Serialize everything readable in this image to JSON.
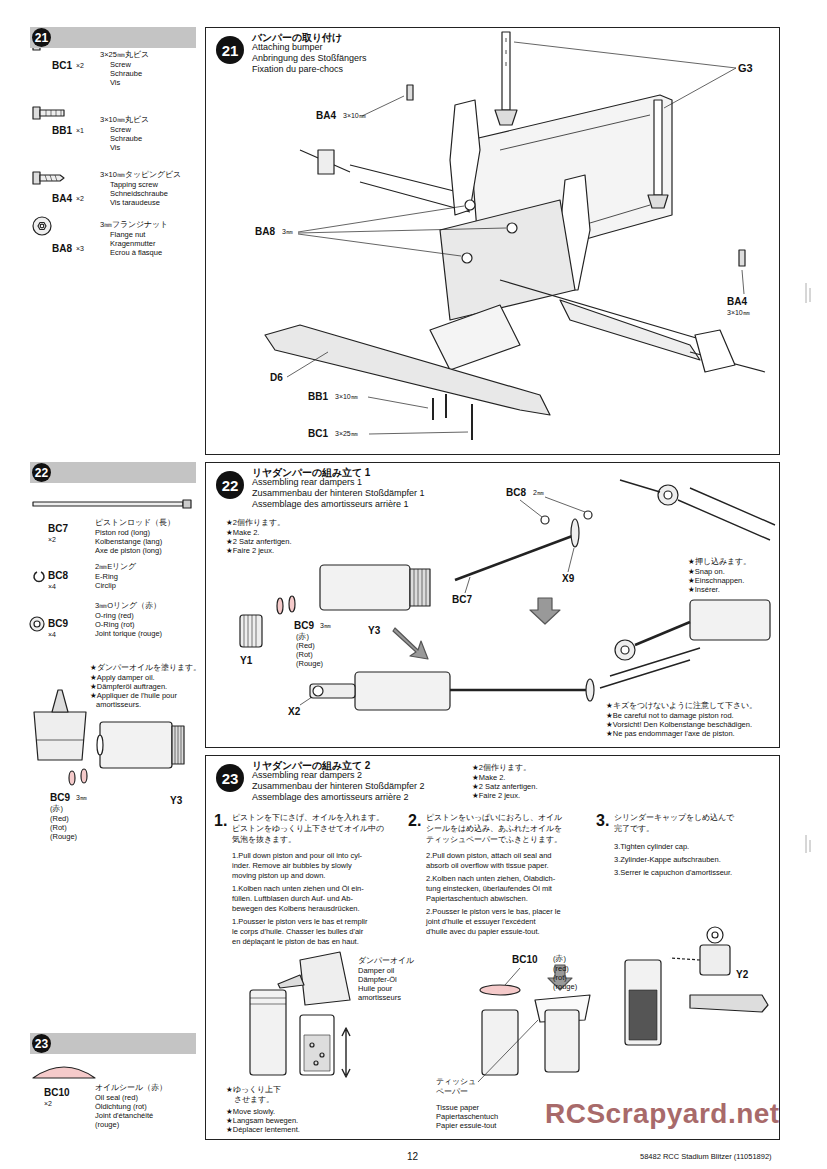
{
  "diagram": {
    "nodes": [
      {
        "text": [
          "21"
        ]
      },
      {
        "text": [
          "21",
          "バンパーの取り付け",
          "Attaching bumper",
          "Anbringung des Stoßfängers",
          "Fixation du pare-chocs"
        ]
      },
      {
        "text": [
          "22"
        ]
      },
      {
        "text": [
          "22",
          "リヤダンパーの組み立て 1",
          "Assembling rear dampers 1",
          "Zusammenbau der hinteren Stoßdämpfer 1",
          "Assemblage des amortisseurs arrière 1"
        ]
      },
      {
        "text": [
          "23"
        ]
      },
      {
        "text": [
          "23",
          "リヤダンパーの組み立て 2",
          "Assembling rear dampers 2",
          "Zusammenbau der hinteren Stoßdämpfer 2",
          "Assemblage des amortisseurs arrière 2"
        ]
      }
    ],
    "labels": [
      "BC1",
      "×2",
      "3×25㎜丸ビス",
      "Screw",
      "Schraube",
      "Vis",
      "BB1",
      "×1",
      "3×10㎜丸ビス",
      "Screw",
      "Schraube",
      "Vis",
      "BA4",
      "×2",
      "3×10㎜タッピングビス",
      "Tapping screw",
      "Schneidschraube",
      "Vis taraudeuse",
      "BA8",
      "×3",
      "3㎜フランジナット",
      "Flange nut",
      "Kragenmutter",
      "Ecrou à flasque",
      "G3",
      "BA4",
      "3×10㎜",
      "BA8",
      "3㎜",
      "BA4",
      "3×10㎜",
      "D6",
      "BB1",
      "3×10㎜",
      "BC1",
      "3×25㎜",
      "BC7",
      "×2",
      "ピストンロッド（長）",
      "Piston rod (long)",
      "Kolbenstange (lang)",
      "Axe de piston (long)",
      "BC8",
      "×4",
      "2㎜Eリング",
      "E-Ring",
      "Circlip",
      "BC9",
      "×4",
      "3㎜Oリング（赤）",
      "O-ring (red)",
      "O-Ring (rot)",
      "Joint torique (rouge)",
      "★ダンパーオイルを塗ります。",
      "★Apply damper oil.",
      "★Dämpferöl auftragen.",
      "★Appliquer de l'huile pour",
      "amortisseurs.",
      "BC9",
      "3㎜",
      "(赤)",
      "(Red)",
      "(Rot)",
      "(Rouge)",
      "Y3",
      "★2個作ります。",
      "★Make 2.",
      "★2 Satz anfertigen.",
      "★Faire 2 jeux.",
      "Y1",
      "BC9",
      "3㎜",
      "(赤)",
      "(Red)",
      "(Rot)",
      "(Rouge)",
      "Y3",
      "BC8",
      "2㎜",
      "X9",
      "BC7",
      "X2",
      "★押し込みます。",
      "★Snap on.",
      "★Einschnappen.",
      "★Insérer.",
      "★キズをつけないように注意して下さい。",
      "★Be careful not to damage piston rod.",
      "★Vorsicht! Den Kolbenstange beschädigen.",
      "★Ne pas endommager l'axe de piston.",
      "★2個作ります。",
      "★Make 2.",
      "★2 Satz anfertigen.",
      "★Faire 2 jeux.",
      "1.",
      "ピストンを下にさげ、オイルを入れます。",
      "ピストンをゆっくり上下させてオイル中の",
      "気泡を抜きます。",
      "1.Pull down piston and pour oil into cyl-",
      "inder. Remove air bubbles by slowly",
      "moving piston up and down.",
      "1.Kolben nach unten ziehen und Öl ein-",
      "füllen. Luftblasen durch Auf- und Ab-",
      "bewegen des Kolbens herausdrücken.",
      "1.Pousser le piston vers le bas et remplir",
      "le corps d'huile. Chasser les bulles d'air",
      "en déplaçant le piston de bas en haut.",
      "ダンパーオイル",
      "Damper oil",
      "Dämpfer-Öl",
      "Huile pour",
      "amortisseurs",
      "★ゆっくり上下",
      "させます。",
      "★Move slowly.",
      "★Langsam bewegen.",
      "★Déplacer lentement.",
      "2.",
      "ピストンをいっぱいにおろし、オイル",
      "シールをはめ込み、あふれたオイルを",
      "ティッシュペーパーでふきとります。",
      "2.Pull down piston, attach oil seal and",
      "absorb oil overflow with tissue paper.",
      "2.Kolben nach unten ziehen, Ölabdich-",
      "tung einstecken, überlaufendes Öl mit",
      "Papiertaschentuch abwischen.",
      "2.Pousser le piston vers le bas, placer le",
      "joint d'huile et essuyer l'excédent",
      "d'huile avec du papier essuie-tout.",
      "BC10",
      "(赤)",
      "(red)",
      "(rot)",
      "(rouge)",
      "ティッシュ",
      "ペーパー",
      "Tissue paper",
      "Papiertaschentuch",
      "Papier essuie-tout",
      "3.",
      "シリンダーキャップをしめ込んで",
      "完了です。",
      "3.Tighten cylinder cap.",
      "3.Zylinder-Kappe aufschrauben.",
      "3.Serrer le capuchon d'amortisseur.",
      "Y2",
      "BC10",
      "×2",
      "オイルシール（赤）",
      "Oil seal (red)",
      "Öldichtung (rot)",
      "Joint d'étanchéité",
      "(rouge)",
      "12",
      "58482 RCC Stadium Blitzer (11051892)",
      "RCScrapyard.net"
    ]
  }
}
